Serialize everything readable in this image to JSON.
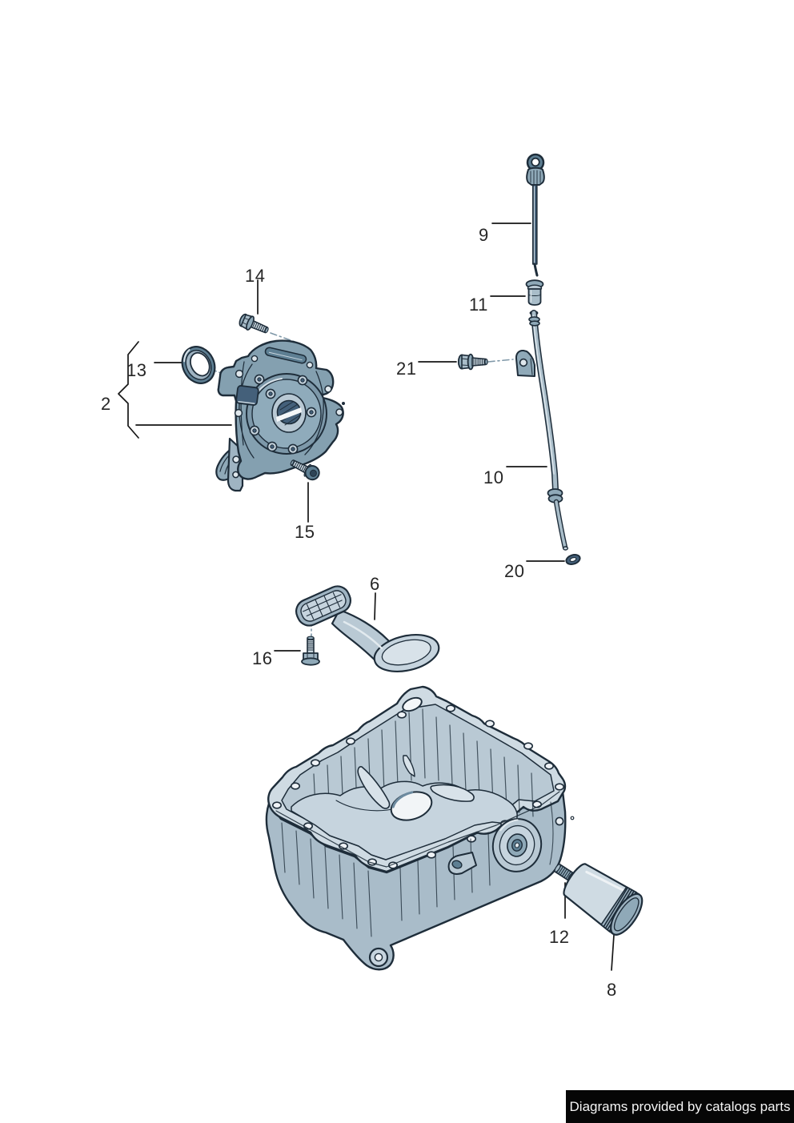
{
  "callouts": {
    "c2": "2",
    "c6": "6",
    "c8": "8",
    "c9": "9",
    "c10": "10",
    "c11": "11",
    "c12": "12",
    "c13": "13",
    "c14": "14",
    "c15": "15",
    "c16": "16",
    "c20": "20",
    "c21": "21"
  },
  "footer": {
    "text": "Diagrams provided by catalogs parts"
  },
  "colors": {
    "background": "#ffffff",
    "line_ink": "#1e2d3a",
    "part_fill_mid": "#84a0b0",
    "part_fill_light": "#cfdbe3",
    "pan_fill": "#a9bcc9",
    "dash_line": "#7f98a8",
    "callout_text": "#262626",
    "footer_bg": "#000000",
    "footer_fg": "#ffffff"
  }
}
